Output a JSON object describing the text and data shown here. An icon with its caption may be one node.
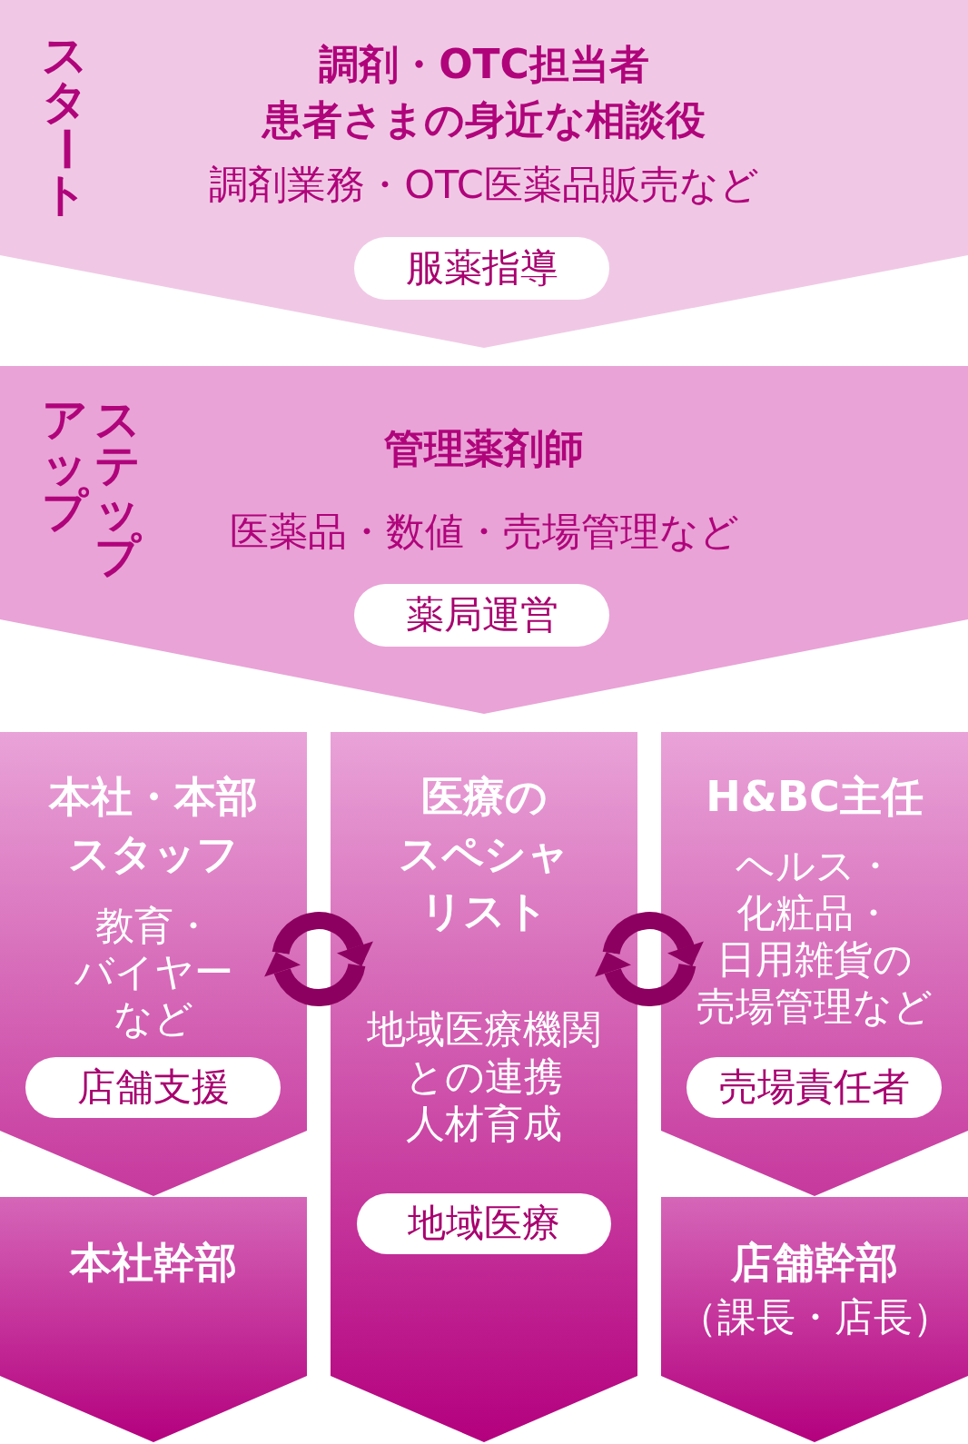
{
  "diagram": {
    "nodes": [
      {
        "text": [
          "スタート",
          "調剤・OTC担当者",
          "患者さまの身近な相談役",
          "調剤業務・OTC医薬品販売など"
        ]
      },
      {
        "text": [
          "服薬指導"
        ],
        "in": 0
      },
      {
        "text": [
          "ステップアップ",
          "管理薬剤師",
          "医薬品・数値・売場管理など"
        ]
      },
      {
        "text": [
          "薬局運営"
        ],
        "in": 2
      },
      {
        "text": [
          "本社・本部スタッフ",
          "教育・バイヤーなど"
        ]
      },
      {
        "text": [
          "店舗支援"
        ],
        "in": 4
      },
      {
        "text": [
          "医療のスペシャリスト",
          "地域医療機関との連携",
          "人材育成"
        ]
      },
      {
        "text": [
          "地域医療"
        ],
        "in": 6
      },
      {
        "text": [
          "H&BC主任",
          "ヘルス・化粧品・日用雑貨の売場管理など"
        ]
      },
      {
        "text": [
          "売場責任者"
        ],
        "in": 8
      },
      {
        "text": [
          "本社幹部"
        ]
      },
      {
        "text": [
          "店舗幹部",
          "（課長・店長）"
        ]
      }
    ],
    "edges": [
      {
        "from": 4,
        "to": 6,
        "arrow": "both"
      },
      {
        "from": 6,
        "to": 8,
        "arrow": "both"
      }
    ]
  }
}
